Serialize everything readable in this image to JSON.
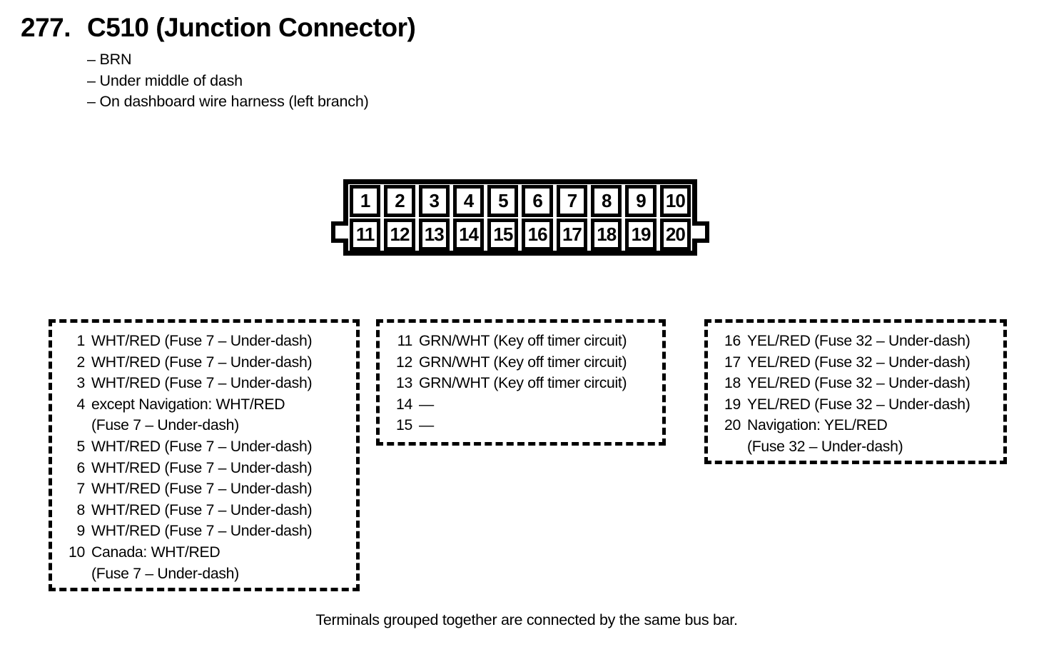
{
  "header": {
    "section_number": "277.",
    "title": "C510 (Junction Connector)",
    "details": [
      "– BRN",
      "– Under middle of dash",
      "– On dashboard wire harness (left branch)"
    ]
  },
  "connector": {
    "top_row": [
      "1",
      "2",
      "3",
      "4",
      "5",
      "6",
      "7",
      "8",
      "9",
      "10"
    ],
    "bottom_row": [
      "11",
      "12",
      "13",
      "14",
      "15",
      "16",
      "17",
      "18",
      "19",
      "20"
    ]
  },
  "terminal_groups": [
    {
      "name": "terminals-1-10",
      "entries": [
        {
          "num": "1",
          "lines": [
            "WHT/RED (Fuse 7 – Under-dash)"
          ]
        },
        {
          "num": "2",
          "lines": [
            "WHT/RED (Fuse 7 – Under-dash)"
          ]
        },
        {
          "num": "3",
          "lines": [
            "WHT/RED (Fuse 7 – Under-dash)"
          ]
        },
        {
          "num": "4",
          "lines": [
            "except Navigation: WHT/RED",
            "(Fuse 7 – Under-dash)"
          ]
        },
        {
          "num": "5",
          "lines": [
            "WHT/RED (Fuse 7 – Under-dash)"
          ]
        },
        {
          "num": "6",
          "lines": [
            "WHT/RED (Fuse 7 – Under-dash)"
          ]
        },
        {
          "num": "7",
          "lines": [
            "WHT/RED (Fuse 7 – Under-dash)"
          ]
        },
        {
          "num": "8",
          "lines": [
            "WHT/RED (Fuse 7 – Under-dash)"
          ]
        },
        {
          "num": "9",
          "lines": [
            "WHT/RED (Fuse 7 – Under-dash)"
          ]
        },
        {
          "num": "10",
          "lines": [
            "Canada: WHT/RED",
            "(Fuse 7 – Under-dash)"
          ]
        }
      ]
    },
    {
      "name": "terminals-11-15",
      "entries": [
        {
          "num": "11",
          "lines": [
            "GRN/WHT (Key off timer circuit)"
          ]
        },
        {
          "num": "12",
          "lines": [
            "GRN/WHT (Key off timer circuit)"
          ]
        },
        {
          "num": "13",
          "lines": [
            "GRN/WHT (Key off timer circuit)"
          ]
        },
        {
          "num": "14",
          "lines": [
            "—"
          ]
        },
        {
          "num": "15",
          "lines": [
            "—"
          ]
        }
      ]
    },
    {
      "name": "terminals-16-20",
      "entries": [
        {
          "num": "16",
          "lines": [
            "YEL/RED (Fuse 32 – Under-dash)"
          ]
        },
        {
          "num": "17",
          "lines": [
            "YEL/RED (Fuse 32 – Under-dash)"
          ]
        },
        {
          "num": "18",
          "lines": [
            "YEL/RED (Fuse 32 – Under-dash)"
          ]
        },
        {
          "num": "19",
          "lines": [
            "YEL/RED (Fuse 32 – Under-dash)"
          ]
        },
        {
          "num": "20",
          "lines": [
            "Navigation: YEL/RED",
            "(Fuse 32 – Under-dash)"
          ]
        }
      ]
    }
  ],
  "footer": {
    "note": "Terminals grouped together are connected by the same bus bar."
  },
  "colors": {
    "ink": "#000000",
    "paper": "#ffffff"
  }
}
